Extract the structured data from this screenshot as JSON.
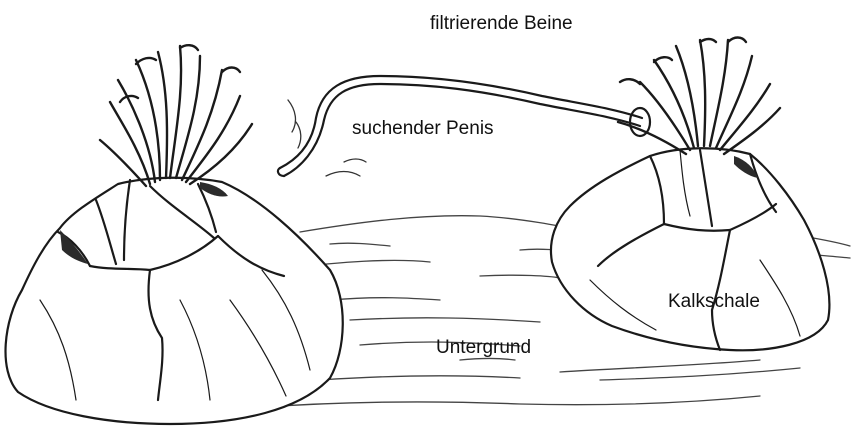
{
  "labels": {
    "filter_legs": "filtrierende Beine",
    "searching_penis": "suchender Penis",
    "shell": "Kalkschale",
    "substrate": "Untergrund"
  },
  "colors": {
    "ink": "#1a1a1a",
    "shade": "#3a3a3a",
    "paper": "#ffffff"
  }
}
